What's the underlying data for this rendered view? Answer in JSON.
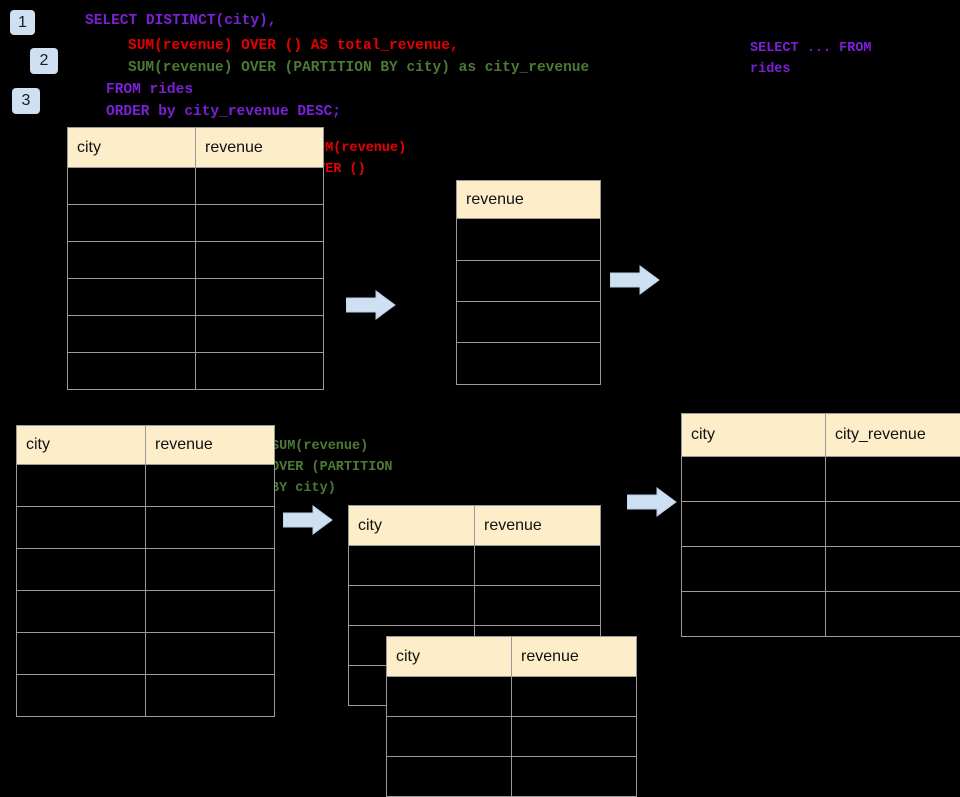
{
  "diagram": {
    "title_sql": {
      "lines": [
        {
          "text": "SELECT DISTINCT(city),",
          "color_class": "c-purple",
          "indent": 0
        },
        {
          "text": "SUM(revenue) OVER () AS total_revenue,",
          "color_class": "c-red",
          "indent": 3
        },
        {
          "text": "SUM(revenue) OVER (PARTITION BY city) as city_revenue",
          "color_class": "c-green",
          "indent": 3
        },
        {
          "text": "FROM rides",
          "color_class": "c-purple",
          "indent": 1
        },
        {
          "text": "ORDER by city_revenue DESC;",
          "color_class": "c-purple",
          "indent": 1
        }
      ]
    },
    "badges": [
      {
        "label": "1"
      },
      {
        "label": "2"
      },
      {
        "label": "3"
      }
    ],
    "annotations": [
      {
        "name": "annot-sum-over-empty",
        "text": "SUM(revenue)\nOVER ()",
        "color_class": "a-red"
      },
      {
        "name": "annot-select-from-rides",
        "text": "SELECT ... FROM\nrides",
        "color_class": "a-purple"
      },
      {
        "name": "annot-sum-over-partition",
        "text": "SUM(revenue)\nOVER (PARTITION\nBY city)",
        "color_class": "a-green"
      }
    ],
    "tables": {
      "rides_top": {
        "headers": [
          "city",
          "revenue"
        ],
        "rows": 6
      },
      "total_revenue": {
        "headers": [
          "revenue"
        ],
        "rows": 4
      },
      "rides_bottom": {
        "headers": [
          "city",
          "revenue"
        ],
        "rows": 6
      },
      "partition_back": {
        "headers": [
          "city",
          "revenue"
        ],
        "rows": 4
      },
      "partition_front": {
        "headers": [
          "city",
          "revenue"
        ],
        "rows": 3
      },
      "result": {
        "headers": [
          "city",
          "city_revenue"
        ],
        "rows": 4
      }
    },
    "arrows": [
      {
        "name": "arrow-rides-to-total"
      },
      {
        "name": "arrow-total-to-result"
      },
      {
        "name": "arrow-rides-to-partition"
      },
      {
        "name": "arrow-partition-to-result"
      }
    ],
    "colors": {
      "background": "#000000",
      "header_fill": "#fdeec9",
      "grid_line": "#9a9a9a",
      "badge_fill": "#cfe0f2",
      "arrow_fill": "#cfe0f2",
      "arrow_stroke": "#b9cde3",
      "purple": "#7b20d6",
      "red": "#e80000",
      "green": "#4d7a33"
    }
  }
}
